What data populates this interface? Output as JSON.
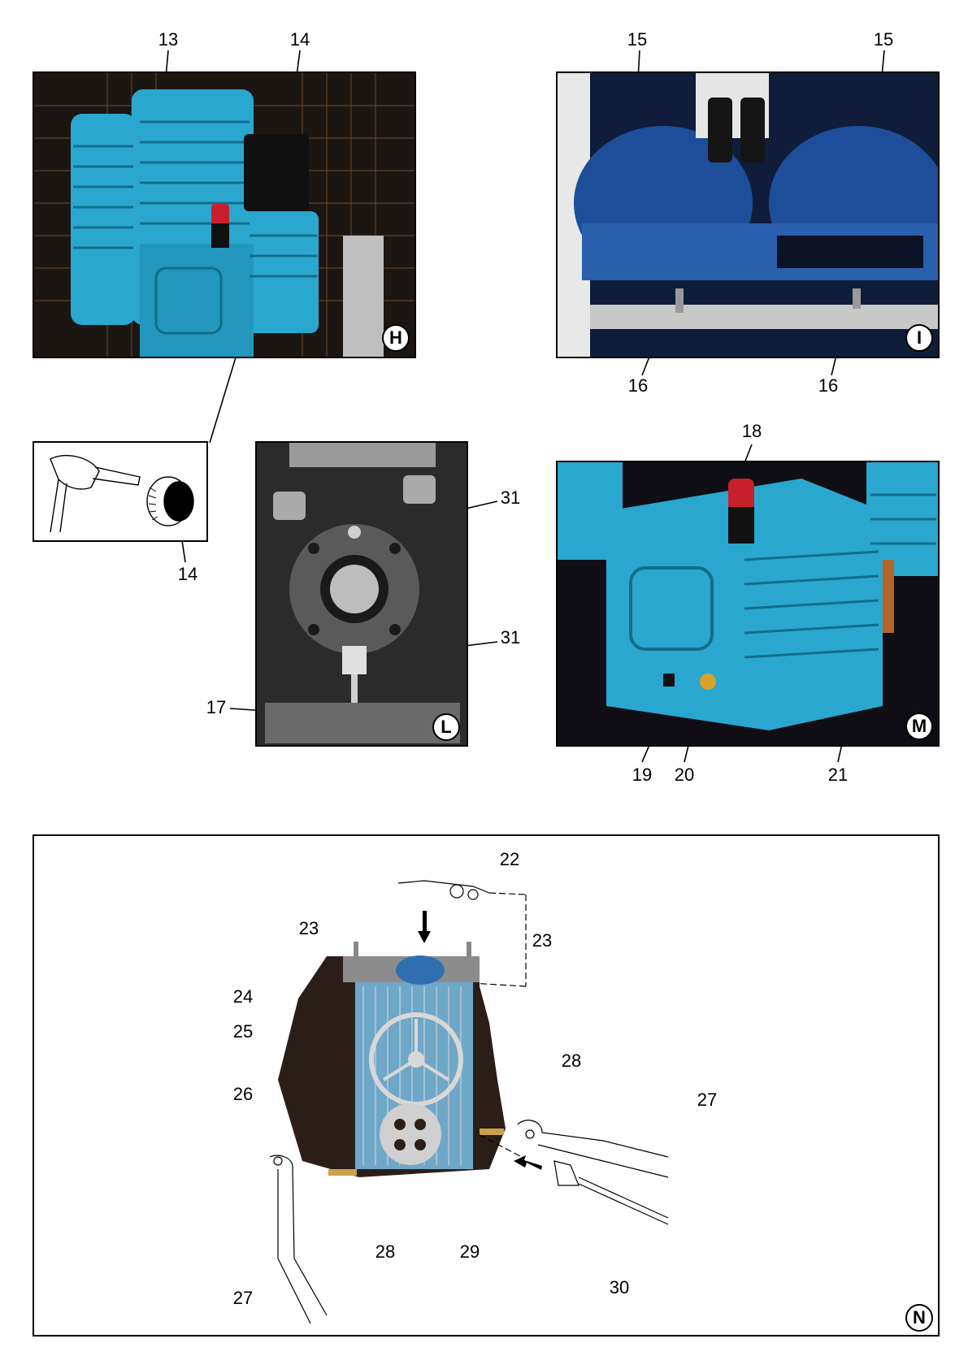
{
  "panels": {
    "H": {
      "badge": "H"
    },
    "I": {
      "badge": "I"
    },
    "L": {
      "badge": "L"
    },
    "M": {
      "badge": "M"
    },
    "N": {
      "badge": "N"
    }
  },
  "callouts": {
    "c13": "13",
    "c14a": "14",
    "c14b": "14",
    "c15a": "15",
    "c15b": "15",
    "c16a": "16",
    "c16b": "16",
    "c17": "17",
    "c18": "18",
    "c19": "19",
    "c20": "20",
    "c21": "21",
    "c22": "22",
    "c23a": "23",
    "c23b": "23",
    "c24": "24",
    "c25": "25",
    "c26": "26",
    "c27a": "27",
    "c27b": "27",
    "c28a": "28",
    "c28b": "28",
    "c29": "29",
    "c30": "30",
    "c31a": "31",
    "c31b": "31"
  },
  "colors": {
    "pump_cyan": "#2aa7cf",
    "tank_blue": "#1e4e9a",
    "dark_bg": "#1a1a1a",
    "red_cap": "#c8202a"
  }
}
